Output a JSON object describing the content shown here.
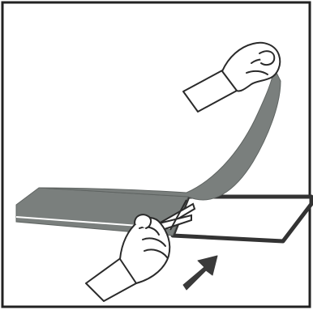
{
  "figure": {
    "kind": "instruction-illustration",
    "depicts": [
      "peeling-film",
      "sheet",
      "hand-holding-film",
      "hand-holding-scissors",
      "direction-arrow"
    ],
    "colors": {
      "frame": "#222222",
      "film_fill": "#7a7f7d",
      "sheet_border": "#333333",
      "background": "#ffffff",
      "arrow": "#3a3a3a",
      "line": "#2a2a2a"
    }
  }
}
